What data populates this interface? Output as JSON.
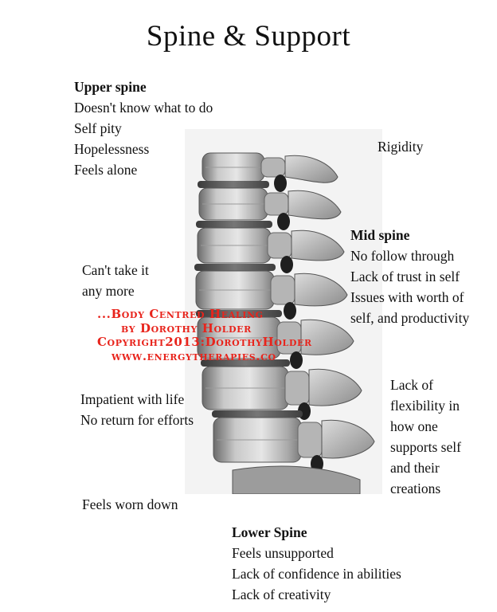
{
  "title": "Spine & Support",
  "upper_spine": {
    "heading": "Upper spine",
    "items": [
      "Doesn't know what to do",
      "Self pity",
      "Hopelessness",
      "Feels alone"
    ]
  },
  "rigidity": "Rigidity",
  "mid_spine": {
    "heading": "Mid spine",
    "items": [
      "No follow through",
      "Lack of trust in self",
      "Issues with worth of",
      "self, and productivity"
    ]
  },
  "cant_take_it": [
    "Can't take it",
    "any more"
  ],
  "impatient": [
    "Impatient with life",
    "No return for efforts"
  ],
  "flexibility": [
    "Lack of",
    "flexibility in",
    "how one",
    "supports self",
    "and their",
    "creations"
  ],
  "worn_down": "Feels worn down",
  "lower_spine": {
    "heading": "Lower Spine",
    "items": [
      "Feels unsupported",
      "Lack of confidence in abilities",
      "Lack of creativity"
    ]
  },
  "watermark": [
    "...Body Centred Healing",
    "by Dorothy Holder",
    "Copyright2013:DorothyHolder",
    "www.energytherapies.co"
  ],
  "colors": {
    "watermark": "#e8241c",
    "text": "#111111"
  }
}
